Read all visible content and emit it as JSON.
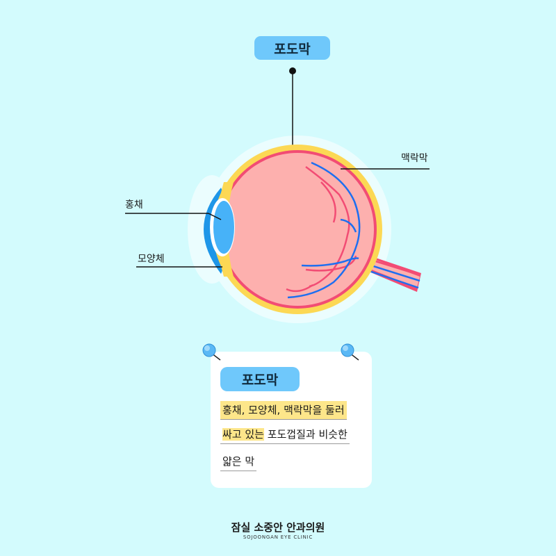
{
  "title": "포도막",
  "labels": {
    "choroid": "맥락막",
    "iris": "홍채",
    "ciliary": "모양체"
  },
  "note": {
    "title": "포도막",
    "line1": "홍채, 모양체, 맥락막을 둘러",
    "line2_highlight": "싸고 있는",
    "line2_rest": " 포도껍질과 비슷한",
    "line3": "얇은 막"
  },
  "footer": {
    "name": "잠실 소중안 안과의원",
    "sub": "SOJOONGAN EYE CLINIC"
  },
  "colors": {
    "background": "#d3fbfd",
    "pill": "#6fc8fb",
    "sclera": "#fcd854",
    "choroid": "#f24c74",
    "interior": "#fdb0ae",
    "vessel_blue": "#1e6ff0",
    "cornea": "#1e96e8",
    "lens": "#47b2f8",
    "highlight": "#fde68a"
  }
}
